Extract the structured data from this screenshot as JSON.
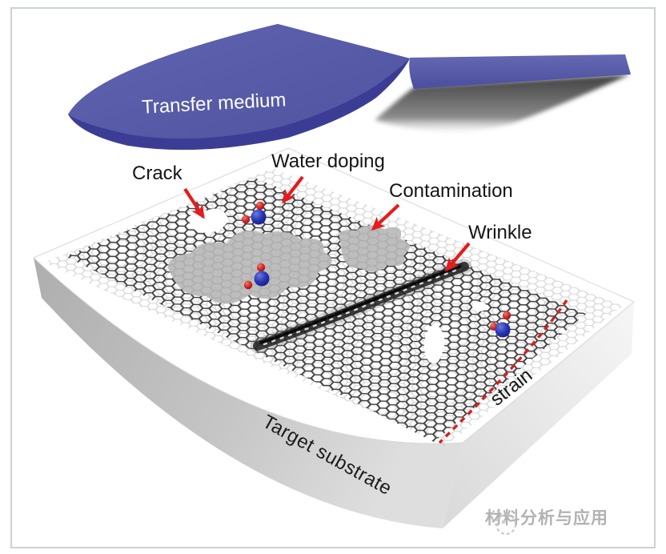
{
  "figure": {
    "labels": {
      "transfer_medium": "Transfer medium",
      "crack": "Crack",
      "water_doping": "Water doping",
      "contamination": "Contamination",
      "wrinkle": "Wrinkle",
      "strain": "strain",
      "target_substrate": "Target substrate"
    },
    "watermark": {
      "text": "材料分析与应用"
    },
    "colors": {
      "transfer_medium_top": "#5a5da9",
      "transfer_medium_side": "#3b3d95",
      "shadow_gray": "#474747",
      "substrate_front_face": "#b5b5b5",
      "substrate_right_face": "#ededed",
      "lattice_stroke": "#3f3f3f",
      "faint_lattice_stroke": "#a8adb3",
      "contamination_gray": "#b9b9b9",
      "arrow_red": "#e41c1c",
      "strain_dash_red": "#d42020",
      "molecule_blue": "#2633b0",
      "molecule_red": "#cc2020",
      "watermark_gray": "#b2b2b2",
      "frame_border": "#ccd1d5"
    },
    "icons": [
      "water-molecule-icon",
      "arrow-icon",
      "watermark-logo-icon"
    ]
  }
}
